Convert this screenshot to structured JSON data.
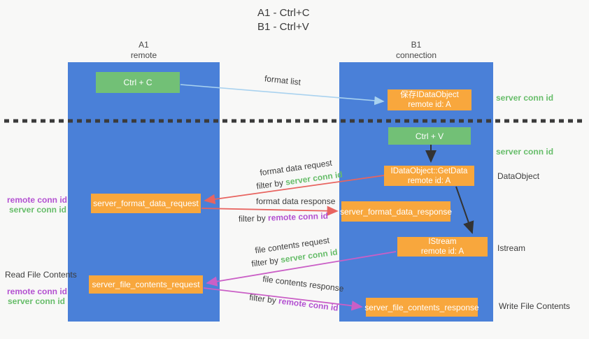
{
  "title": {
    "line1": "A1 - Ctrl+C",
    "line2": "B1 - Ctrl+V"
  },
  "lanes": {
    "a1": {
      "name": "A1",
      "role": "remote"
    },
    "b1": {
      "name": "B1",
      "role": "connection"
    }
  },
  "nodes": {
    "ctrl_c": {
      "label": "Ctrl + C"
    },
    "ctrl_v": {
      "label": "Ctrl + V"
    },
    "save_dataobject": {
      "line1": "保存IDataObject",
      "line2": "remote id: A"
    },
    "getdata": {
      "line1": "IDataObject::GetData",
      "line2": "remote id: A"
    },
    "istream": {
      "line1": "IStream",
      "line2": "remote id: A"
    },
    "format_request": {
      "label": "server_format_data_request"
    },
    "format_response": {
      "label": "server_format_data_response"
    },
    "file_request": {
      "label": "server_file_contents_request"
    },
    "file_response": {
      "label": "server_file_contents_response"
    }
  },
  "arrows": {
    "format_list": {
      "label": "format list"
    },
    "format_data_request": {
      "label": "format data request",
      "filter_prefix": "filter by ",
      "filter_key": "server conn id"
    },
    "format_data_response": {
      "label": "format data response",
      "filter_prefix": "filter by ",
      "filter_key": "remote conn id"
    },
    "file_contents_request": {
      "label": "file contents request",
      "filter_prefix": "filter by ",
      "filter_key": "server conn id"
    },
    "file_contents_response": {
      "label": "file contents response",
      "filter_prefix": "filter by ",
      "filter_key": "remote conn id"
    }
  },
  "side_labels": {
    "right_server_conn_top": "server conn id",
    "right_server_conn_mid": "server conn id",
    "dataobject": "DataObject",
    "istream": "Istream",
    "write_file_contents": "Write File Contents",
    "left_remote_conn_top": "remote conn id",
    "left_server_conn_top": "server conn id",
    "read_file_contents": "Read File Contents",
    "left_remote_conn_bottom": "remote conn id",
    "left_server_conn_bottom": "server conn id"
  },
  "colors": {
    "lane_blue": "#4a80d8",
    "box_green": "#72c076",
    "box_orange": "#f8a73d",
    "arrow_lightblue": "#a9d2ef",
    "arrow_red": "#e86460",
    "arrow_pink": "#ca5fc6",
    "arrow_black": "#333333",
    "text_green": "#67bd6a",
    "text_purple": "#b351d1",
    "divider_dark": "#3b3b3b"
  }
}
